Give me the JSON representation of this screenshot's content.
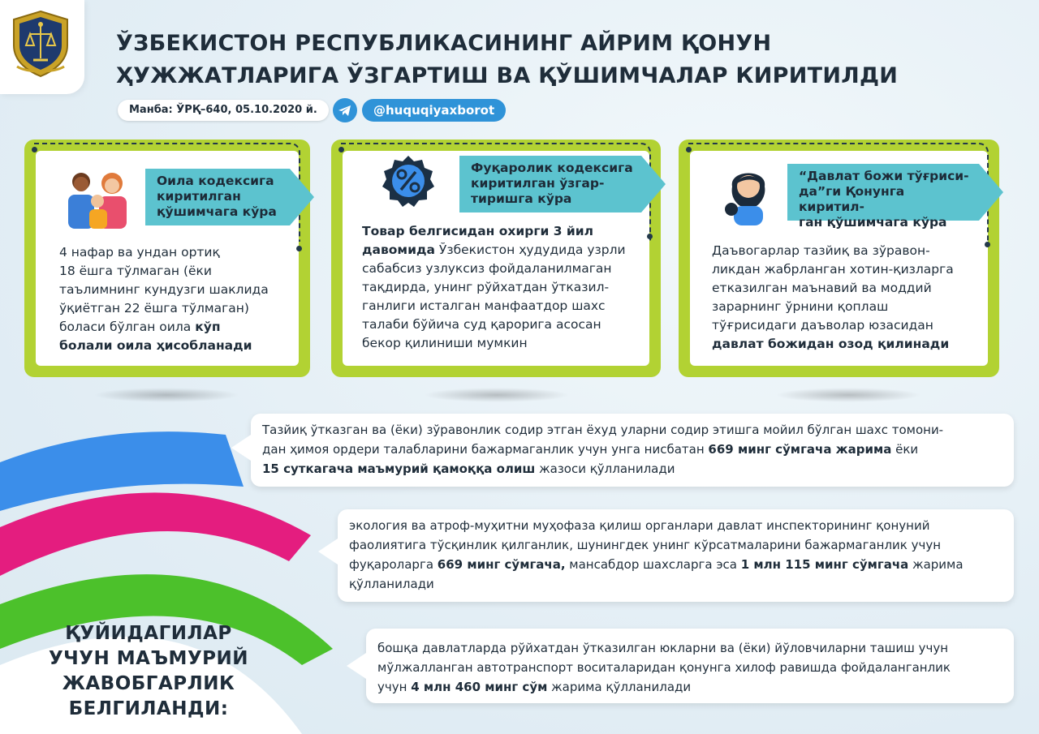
{
  "title": {
    "line1": "ЎЗБЕКИСТОН РЕСПУБЛИКАСИНИНГ АЙРИМ ҚОНУН",
    "line2": "ҲУЖЖАТЛАРИГА ЎЗГАРТИШ ВА ҚЎШИМЧАЛАР КИРИТИЛДИ"
  },
  "source": {
    "label": "Манба: ЎРҚ–640, 05.10.2020 й.",
    "handle": "@huquqiyaxborot"
  },
  "colors": {
    "green": "#b2d233",
    "teal": "#5cc3cf",
    "blue": "#2f93d8",
    "arc_blue": "#3b8eea",
    "arc_pink": "#e41d7f",
    "arc_green": "#4cc12b"
  },
  "icons": {
    "card1": "family-icon",
    "card2": "percent-badge-icon",
    "card3": "woman-icon",
    "source": "telegram-icon"
  },
  "cards": [
    {
      "heading": [
        "Оила кодексига",
        "киритилган",
        "қўшимчага кўра"
      ],
      "text_lines": [
        {
          "t": "4 нафар ва ундан ортиқ"
        },
        {
          "t": "18 ёшга тўлмаган (ёки"
        },
        {
          "t": "таълимнинг кундузги шаклида"
        },
        {
          "t": "ўқиётган 22 ёшга тўлмаган)"
        },
        {
          "t": "боласи бўлган оила ",
          "b": "кўп"
        },
        {
          "b": "болали оила ҳисобланади"
        }
      ]
    },
    {
      "heading": [
        "Фуқаролик кодексига",
        "киритилган ўзгар-",
        "тиришга кўра"
      ],
      "text_lines": [
        {
          "b": "Товар белгисидан охирги 3 йил"
        },
        {
          "b": "давомида",
          "t": " Ўзбекистон ҳудудида узрли"
        },
        {
          "t": "сабабсиз узлуксиз фойдаланилмаган"
        },
        {
          "t": "тақдирда, унинг рўйхатдан ўтказил-"
        },
        {
          "t": "ганлиги исталган манфаатдор шахс"
        },
        {
          "t": "талаби бўйича суд қарорига асосан"
        },
        {
          "t": "бекор қилиниши мумкин"
        }
      ]
    },
    {
      "heading": [
        "“Давлат божи тўғриси-",
        "да”ги Қонунга киритил-",
        "ган қўшимчага кўра"
      ],
      "text_lines": [
        {
          "t": "Даъвогарлар тазйиқ ва зўравон-"
        },
        {
          "t": "ликдан жабрланган хотин-қизларга"
        },
        {
          "t": "етказилган маънавий ва моддий"
        },
        {
          "t": "зарарнинг ўрнини қоплаш"
        },
        {
          "t": "тўғрисидаги даъволар юзасидан"
        },
        {
          "b": "давлат божидан озод қилинади"
        }
      ]
    }
  ],
  "bottom_heading": [
    "ҚУЙИДАГИЛАР",
    "УЧУН МАЪМУРИЙ",
    "ЖАВОБГАРЛИК",
    "БЕЛГИЛАНДИ:"
  ],
  "bubbles": [
    {
      "lines": [
        [
          {
            "t": "Тазйиқ ўтказган ва (ёки) зўравонлик содир этган ёхуд уларни содир этишга мойил бўлган шахс томони-"
          }
        ],
        [
          {
            "t": "дан ҳимоя ордери талабларини бажармаганлик учун унга нисбатан "
          },
          {
            "b": "669 минг сўмгача жарима"
          },
          {
            "t": " ёки"
          }
        ],
        [
          {
            "b": "15 суткагача маъмурий қамоққа олиш"
          },
          {
            "t": " жазоси қўлланилади"
          }
        ]
      ]
    },
    {
      "lines": [
        [
          {
            "t": "экология ва атроф-муҳитни муҳофаза қилиш органлари давлат инспекторининг қонуний"
          }
        ],
        [
          {
            "t": "фаолиятига тўсқинлик қилганлик, шунингдек унинг кўрсатмаларини бажармаганлик учун"
          }
        ],
        [
          {
            "t": "фуқароларга "
          },
          {
            "b": "669 минг сўмгача,"
          },
          {
            "t": " мансабдор шахсларга эса "
          },
          {
            "b": "1 млн 115 минг сўмгача"
          },
          {
            "t": " жарима"
          }
        ],
        [
          {
            "t": "қўлланилади"
          }
        ]
      ]
    },
    {
      "lines": [
        [
          {
            "t": "бошқа давлатларда рўйхатдан ўтказилган юкларни ва (ёки) йўловчиларни ташиш учун"
          }
        ],
        [
          {
            "t": "мўлжалланган автотранспорт воситаларидан қонунга хилоф равишда фойдаланганлик"
          }
        ],
        [
          {
            "t": "учун "
          },
          {
            "b": "4 млн 460 минг сўм"
          },
          {
            "t": " жарима қўлланилади"
          }
        ]
      ]
    }
  ]
}
